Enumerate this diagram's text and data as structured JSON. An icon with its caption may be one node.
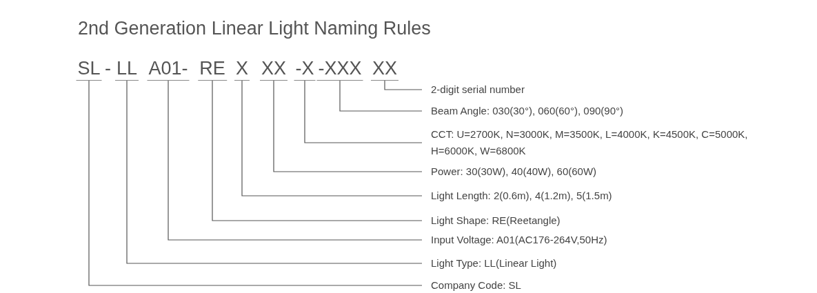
{
  "diagram": {
    "title": "2nd Generation Linear Light Naming Rules",
    "nodes": [
      {
        "text": [
          "SL"
        ]
      },
      {
        "text": [
          "LL"
        ]
      },
      {
        "text": [
          "A01-"
        ]
      },
      {
        "text": [
          "RE"
        ]
      },
      {
        "text": [
          "X"
        ]
      },
      {
        "text": [
          "XX"
        ]
      },
      {
        "text": [
          "-X"
        ]
      },
      {
        "text": [
          "-XXX"
        ]
      },
      {
        "text": [
          "XX"
        ]
      },
      {
        "text": [
          "2-digit serial number"
        ]
      },
      {
        "text": [
          "Beam Angle: 030(30°), 060(60°), 090(90°)"
        ]
      },
      {
        "text": [
          "CCT: U=2700K, N=3000K, M=3500K, L=4000K, K=4500K, C=5000K, H=6000K, W=6800K"
        ]
      },
      {
        "text": [
          "Power: 30(30W), 40(40W), 60(60W)"
        ]
      },
      {
        "text": [
          "Light Length: 2(0.6m), 4(1.2m), 5(1.5m)"
        ]
      },
      {
        "text": [
          "Light Shape: RE(Reetangle)"
        ]
      },
      {
        "text": [
          "Input Voltage: A01(AC176-264V,50Hz)"
        ]
      },
      {
        "text": [
          "Light Type: LL(Linear Light)"
        ]
      },
      {
        "text": [
          "Company Code: SL"
        ]
      }
    ],
    "edges": [
      {
        "from": 8,
        "to": 9,
        "arrow": "none"
      },
      {
        "from": 7,
        "to": 10,
        "arrow": "none"
      },
      {
        "from": 6,
        "to": 11,
        "arrow": "none"
      },
      {
        "from": 5,
        "to": 12,
        "arrow": "none"
      },
      {
        "from": 4,
        "to": 13,
        "arrow": "none"
      },
      {
        "from": 3,
        "to": 14,
        "arrow": "none"
      },
      {
        "from": 2,
        "to": 15,
        "arrow": "none"
      },
      {
        "from": 1,
        "to": 16,
        "arrow": "none"
      },
      {
        "from": 0,
        "to": 17,
        "arrow": "none"
      }
    ],
    "labels": [
      "-"
    ]
  }
}
